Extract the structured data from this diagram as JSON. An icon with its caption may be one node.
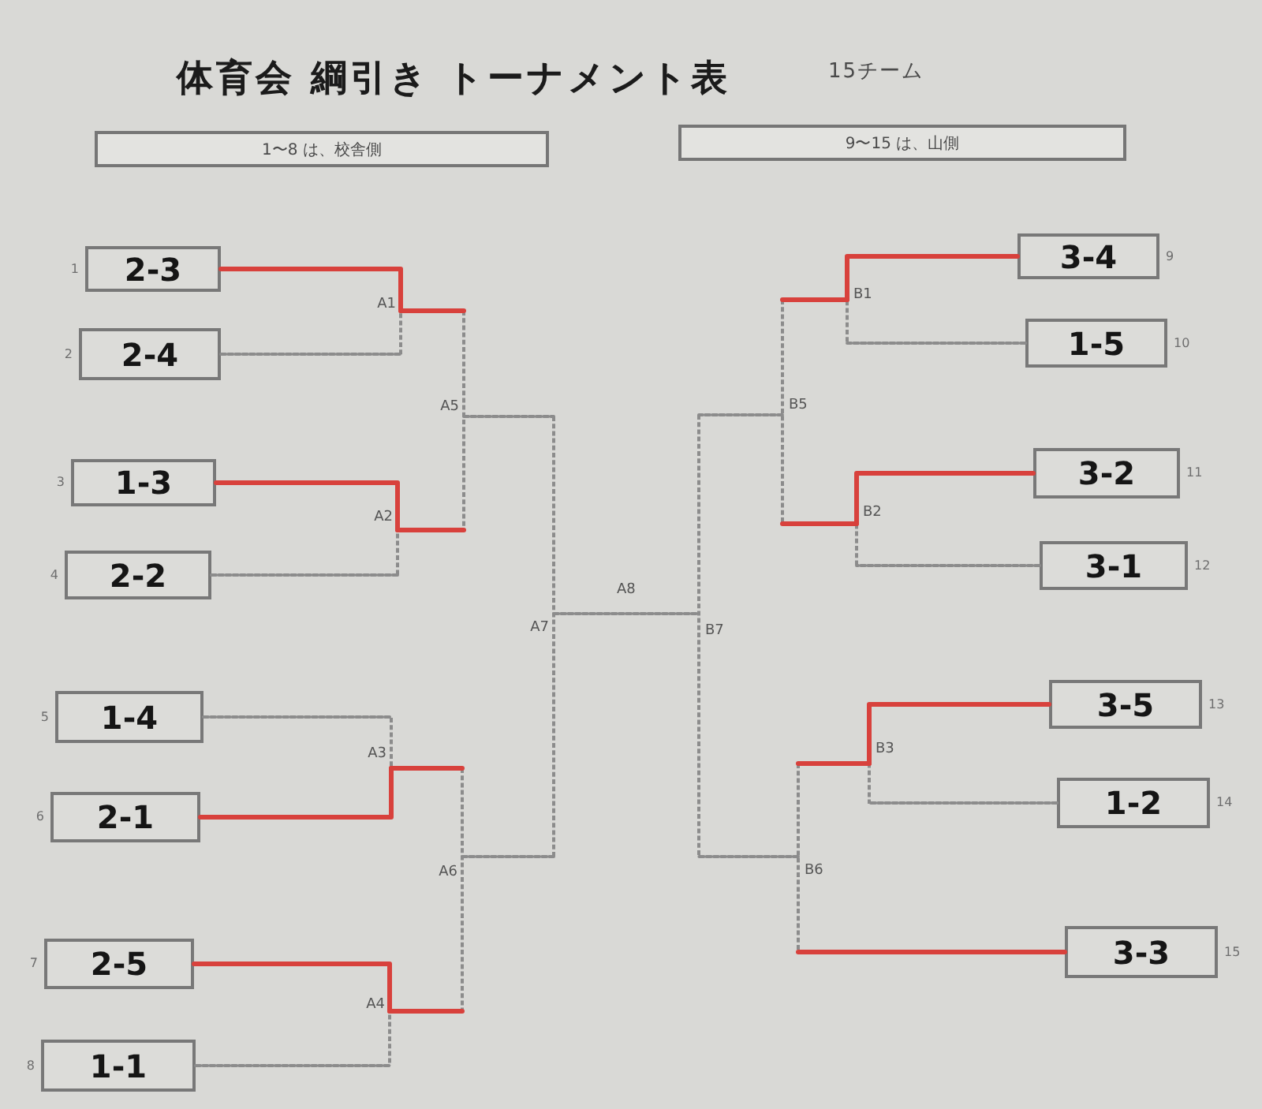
{
  "diagram": {
    "title": "体育会 綱引き トーナメント表",
    "nodes": [
      {
        "text": [
          "1〜8 は、校舎側"
        ]
      },
      {
        "text": [
          "9〜15 は、山側"
        ]
      },
      {
        "text": [
          "2-3"
        ],
        "beside": [
          "1"
        ]
      },
      {
        "text": [
          "2-4"
        ],
        "beside": [
          "2"
        ]
      },
      {
        "text": [
          "1-3"
        ],
        "beside": [
          "3"
        ]
      },
      {
        "text": [
          "2-2"
        ],
        "beside": [
          "4"
        ]
      },
      {
        "text": [
          "1-4"
        ],
        "beside": [
          "5"
        ]
      },
      {
        "text": [
          "2-1"
        ],
        "beside": [
          "6"
        ]
      },
      {
        "text": [
          "2-5"
        ],
        "beside": [
          "7"
        ]
      },
      {
        "text": [
          "1-1"
        ],
        "beside": [
          "8"
        ]
      },
      {
        "text": [
          "3-4"
        ],
        "beside": [
          "9"
        ]
      },
      {
        "text": [
          "1-5"
        ],
        "beside": [
          "10"
        ]
      },
      {
        "text": [
          "3-2"
        ],
        "beside": [
          "11"
        ]
      },
      {
        "text": [
          "3-1"
        ],
        "beside": [
          "12"
        ]
      },
      {
        "text": [
          "3-5"
        ],
        "beside": [
          "13"
        ]
      },
      {
        "text": [
          "1-2"
        ],
        "beside": [
          "14"
        ]
      },
      {
        "text": [
          "3-3"
        ],
        "beside": [
          "15"
        ]
      },
      {
        "text": [
          "A1"
        ]
      },
      {
        "text": [
          "A2"
        ]
      },
      {
        "text": [
          "A3"
        ]
      },
      {
        "text": [
          "A4"
        ]
      },
      {
        "text": [
          "A5"
        ]
      },
      {
        "text": [
          "A6"
        ]
      },
      {
        "text": [
          "A7"
        ]
      },
      {
        "text": [
          "B1"
        ]
      },
      {
        "text": [
          "B2"
        ]
      },
      {
        "text": [
          "B3"
        ]
      },
      {
        "text": [
          "B5"
        ]
      },
      {
        "text": [
          "B6"
        ]
      },
      {
        "text": [
          "B7"
        ]
      }
    ],
    "edges": [
      {
        "from": 2,
        "to": 17,
        "arrow": "none"
      },
      {
        "from": 3,
        "to": 17,
        "arrow": "none",
        "style": "dashed",
        "color": "#8c8c8c"
      },
      {
        "from": 4,
        "to": 18,
        "arrow": "none"
      },
      {
        "from": 5,
        "to": 18,
        "arrow": "none",
        "style": "dashed",
        "color": "#8c8c8c"
      },
      {
        "from": 6,
        "to": 19,
        "arrow": "none",
        "style": "dashed",
        "color": "#8c8c8c"
      },
      {
        "from": 7,
        "to": 19,
        "arrow": "none"
      },
      {
        "from": 8,
        "to": 20,
        "arrow": "none"
      },
      {
        "from": 9,
        "to": 20,
        "arrow": "none",
        "style": "dashed",
        "color": "#8c8c8c"
      },
      {
        "from": 17,
        "to": 21,
        "arrow": "none"
      },
      {
        "from": 18,
        "to": 21,
        "arrow": "none"
      },
      {
        "from": 19,
        "to": 22,
        "arrow": "none"
      },
      {
        "from": 20,
        "to": 22,
        "arrow": "none"
      },
      {
        "from": 21,
        "to": 23,
        "arrow": "none",
        "style": "dashed",
        "color": "#8c8c8c"
      },
      {
        "from": 22,
        "to": 23,
        "arrow": "none",
        "style": "dashed",
        "color": "#8c8c8c"
      },
      {
        "from": 23,
        "to": 29,
        "arrow": "none",
        "label": "A8",
        "style": "dashed",
        "color": "#8c8c8c"
      },
      {
        "from": 10,
        "to": 24,
        "arrow": "none"
      },
      {
        "from": 11,
        "to": 24,
        "arrow": "none",
        "style": "dashed",
        "color": "#8c8c8c"
      },
      {
        "from": 12,
        "to": 25,
        "arrow": "none"
      },
      {
        "from": 13,
        "to": 25,
        "arrow": "none",
        "style": "dashed",
        "color": "#8c8c8c"
      },
      {
        "from": 14,
        "to": 26,
        "arrow": "none"
      },
      {
        "from": 15,
        "to": 26,
        "arrow": "none",
        "style": "dashed",
        "color": "#8c8c8c"
      },
      {
        "from": 16,
        "to": 28,
        "arrow": "none"
      },
      {
        "from": 24,
        "to": 27,
        "arrow": "none"
      },
      {
        "from": 25,
        "to": 27,
        "arrow": "none"
      },
      {
        "from": 26,
        "to": 28,
        "arrow": "none"
      },
      {
        "from": 27,
        "to": 29,
        "arrow": "none",
        "style": "dashed",
        "color": "#8c8c8c"
      },
      {
        "from": 28,
        "to": 29,
        "arrow": "none",
        "style": "dashed",
        "color": "#8c8c8c"
      }
    ],
    "labels": [
      "15チーム"
    ]
  }
}
